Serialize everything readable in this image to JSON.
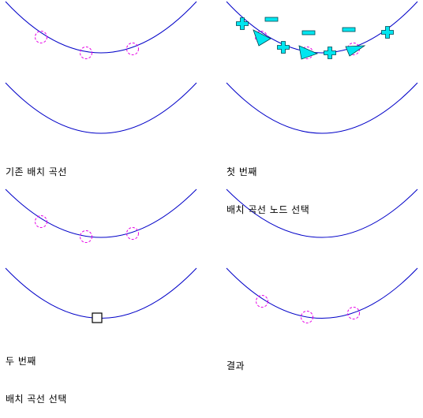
{
  "panels": {
    "original": {
      "caption_line1": "기존 배치 곡선"
    },
    "first": {
      "caption_line1": "첫 번째",
      "caption_line2": "배치 곡선 노드 선택"
    },
    "second": {
      "caption_line1": "두 번째",
      "caption_line2": "배치 곡선 선택"
    },
    "result": {
      "caption_line1": "결과"
    }
  },
  "colors": {
    "curve": "#0000c8",
    "node_marker": "#e600e6",
    "grip": "#00e6f0",
    "pick_box": "#000000"
  },
  "icons": [
    "plus-grip-icon",
    "minus-grip-icon",
    "triangle-grip-icon",
    "pick-box-icon"
  ]
}
